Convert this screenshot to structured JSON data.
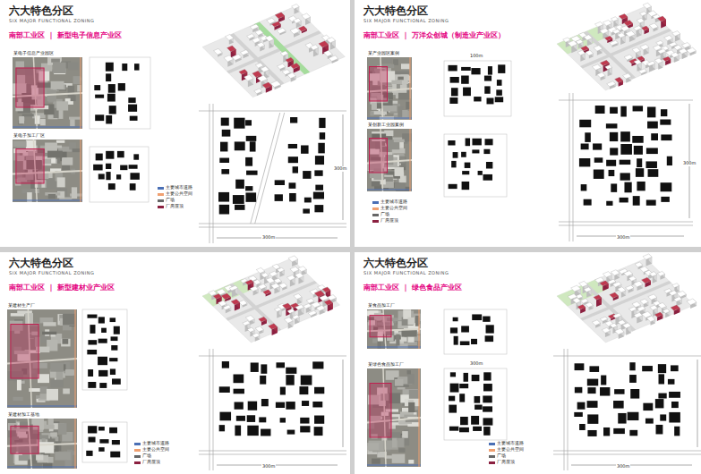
{
  "diagram": {
    "nodes": [
      {
        "text": [
          "六大特色分区",
          "SIX MAJOR FUNCTIONAL ZONING",
          "南部工业区 ｜ 新型电子信息产业区"
        ]
      },
      {
        "text": [
          "六大特色分区",
          "SIX MAJOR FUNCTIONAL ZONING",
          "南部工业区 ｜ 万洋众创城（制造业产业区）"
        ]
      },
      {
        "text": [
          "六大特色分区",
          "SIX MAJOR FUNCTIONAL ZONING",
          "南部工业区 ｜ 新型建材业产业区"
        ]
      },
      {
        "text": [
          "六大特色分区",
          "SIX MAJOR FUNCTIONAL ZONING",
          "南部工业区 ｜ 绿色食品产业区"
        ]
      }
    ],
    "labels": [
      "某电子信息产业园区",
      "某电子加工厂区",
      "300m",
      "300m",
      "某产业园区案例",
      "某创新工业园案例",
      "100m",
      "300m",
      "300m",
      "某建材生产厂",
      "某建材加工基地",
      "300m",
      "某食品加工厂",
      "某绿色食品加工厂",
      "300m",
      "300m"
    ],
    "legend": [
      {
        "text": "主要城市道路",
        "color": "#4a6fb5"
      },
      {
        "text": "主要公共空间",
        "color": "#f0a070"
      },
      {
        "text": "广场",
        "color": "#666666"
      },
      {
        "text": "厂房屋顶",
        "color": "#8b2040"
      },
      {
        "text": "主要城市道路",
        "color": "#4a6fb5"
      },
      {
        "text": "主要公共空间",
        "color": "#f0a070"
      },
      {
        "text": "广场",
        "color": "#666666"
      },
      {
        "text": "厂房屋顶",
        "color": "#8b2040"
      },
      {
        "text": "主要城市道路",
        "color": "#4a6fb5"
      },
      {
        "text": "主要公共空间",
        "color": "#f0a070"
      },
      {
        "text": "广场",
        "color": "#666666"
      },
      {
        "text": "厂房屋顶",
        "color": "#8b2040"
      },
      {
        "text": "主要城市道路",
        "color": "#4a6fb5"
      },
      {
        "text": "主要公共空间",
        "color": "#f0a070"
      },
      {
        "text": "广场",
        "color": "#666666"
      },
      {
        "text": "厂房屋顶",
        "color": "#8b2040"
      }
    ]
  }
}
